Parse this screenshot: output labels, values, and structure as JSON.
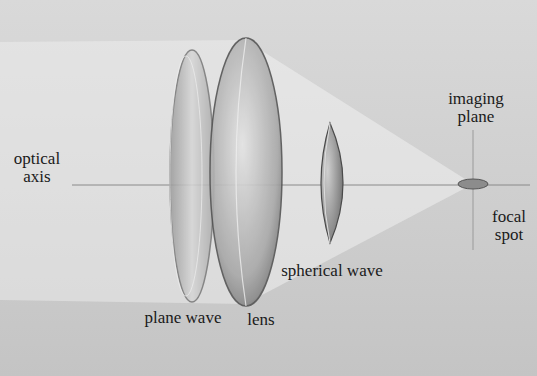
{
  "diagram": {
    "labels": [
      "optical axis",
      "plane wave",
      "lens",
      "spherical wave",
      "imaging plane",
      "focal spot"
    ]
  }
}
